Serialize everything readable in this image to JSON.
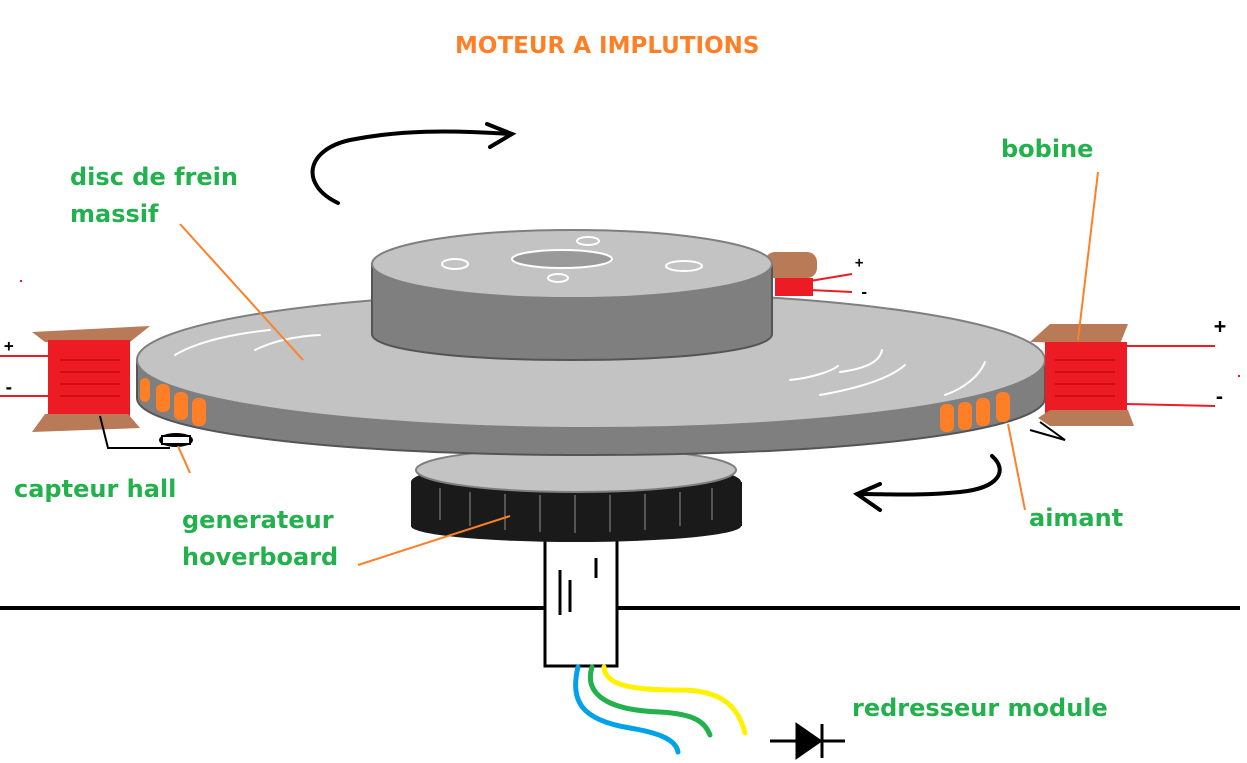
{
  "title": "MOTEUR A IMPLUTIONS",
  "labels": {
    "disc_line1": "disc de frein",
    "disc_line2": "massif",
    "bobine": "bobine",
    "capteur_hall": "capteur hall",
    "generateur_line1": "generateur",
    "generateur_line2": "hoverboard",
    "aimant": "aimant",
    "redresseur": "redresseur module"
  },
  "signs": {
    "plus": "+",
    "minus": "-"
  },
  "colors": {
    "title": "#ff7f27",
    "labels": "#22b14c",
    "leader_lines": "#ff7f27",
    "disc": "#c3c3c3",
    "disc_edge": "#7f7f7f",
    "coil": "#ed1c24",
    "spool": "#b97a57",
    "magnet": "#ff7f27",
    "generator": "#1a1a1a",
    "wire_blue": "#00a2e8",
    "wire_green": "#22b14c",
    "wire_yellow": "#fff200"
  }
}
